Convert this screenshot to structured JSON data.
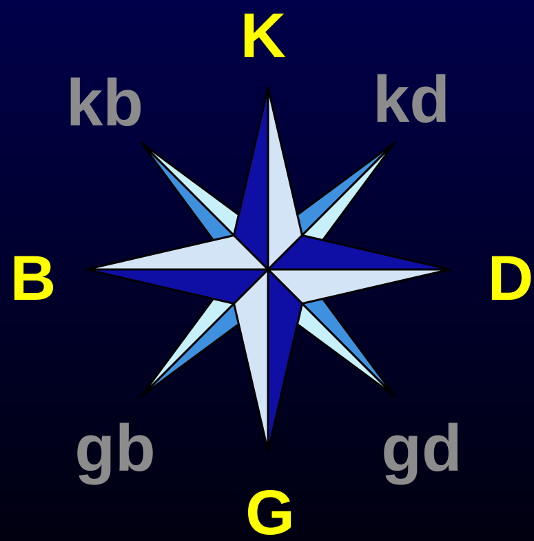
{
  "colors": {
    "cardinal_label": "#ffff00",
    "intercardinal_label": "#8c8c8c",
    "main_dark": "#0f0fa6",
    "main_light": "#d3e4f7",
    "diag_dark": "#4090e0",
    "diag_light": "#c8f0fa",
    "outline": "#000000"
  },
  "compass": {
    "north": "K",
    "south": "G",
    "west": "B",
    "east": "D",
    "northwest": "kb",
    "northeast": "kd",
    "southwest": "gb",
    "southeast": "gd"
  }
}
